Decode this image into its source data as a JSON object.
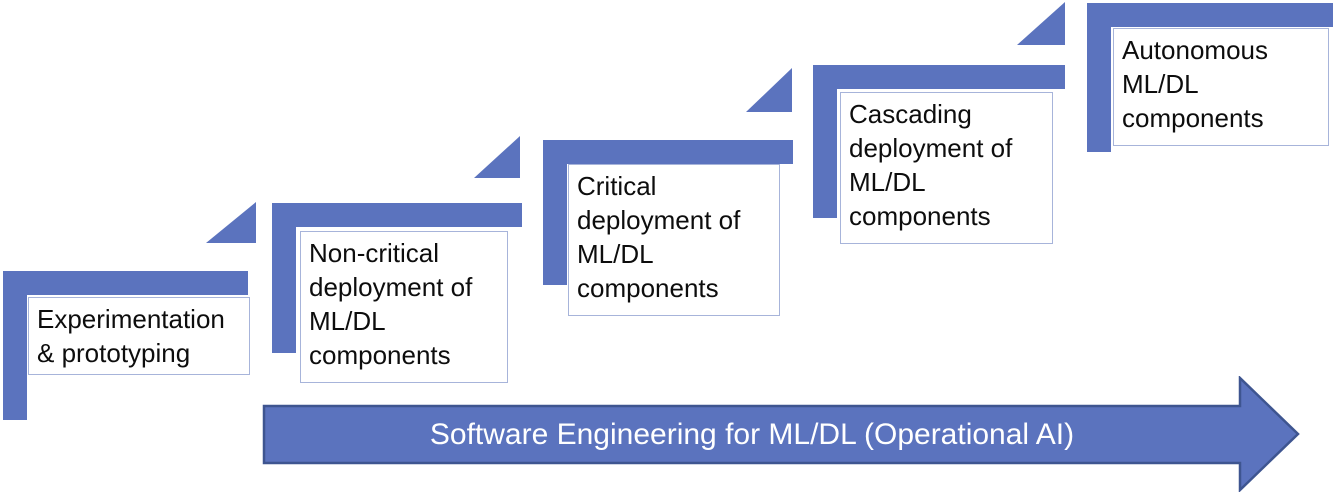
{
  "diagram": {
    "title_hint": "ML/DL deployment maturity staircase",
    "steps": [
      {
        "label": "Experimentation\n& prototyping"
      },
      {
        "label": "Non-critical\ndeployment of\nML/DL\ncomponents"
      },
      {
        "label": "Critical\ndeployment of\nML/DL\ncomponents"
      },
      {
        "label": "Cascading\ndeployment of\nML/DL\ncomponents"
      },
      {
        "label": "Autonomous\nML/DL\ncomponents"
      }
    ],
    "arrow": {
      "label": "Software Engineering for ML/DL (Operational AI)"
    },
    "colors": {
      "shape_fill": "#5B73BE",
      "arrow_fill": "#5B73BE",
      "arrow_border": "#3E5590",
      "label_box_border": "#A7B4DA",
      "step_text": "#0d0d0d",
      "arrow_text": "#ffffff"
    }
  }
}
